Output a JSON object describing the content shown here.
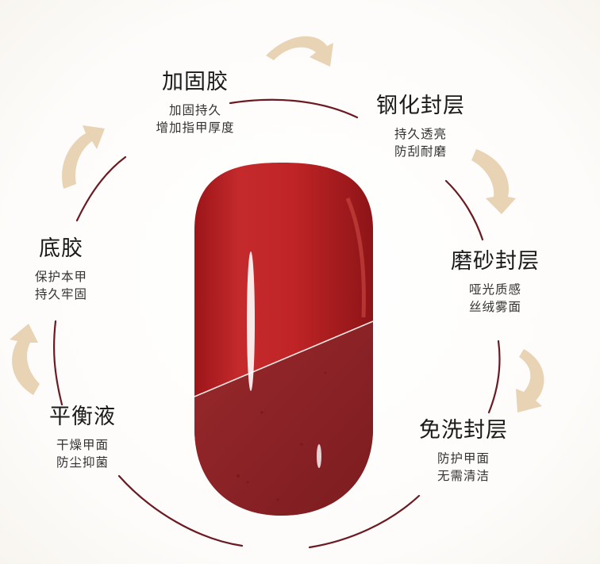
{
  "steps": [
    {
      "title": "加固胶",
      "lines": [
        "加固持久",
        "增加指甲厚度"
      ]
    },
    {
      "title": "钢化封层",
      "lines": [
        "持久透亮",
        "防刮耐磨"
      ]
    },
    {
      "title": "底胶",
      "lines": [
        "保护本甲",
        "持久牢固"
      ]
    },
    {
      "title": "磨砂封层",
      "lines": [
        "哑光质感",
        "丝绒雾面"
      ]
    },
    {
      "title": "平衡液",
      "lines": [
        "干燥甲面",
        "防尘抑菌"
      ]
    },
    {
      "title": "免洗封层",
      "lines": [
        "防护甲面",
        "无需清洁"
      ]
    }
  ],
  "colors": {
    "nail_red": "#b51e22",
    "nail_dark": "#8e1f24",
    "ring": "#6b1a22",
    "arrow": "#e8d3b4"
  }
}
